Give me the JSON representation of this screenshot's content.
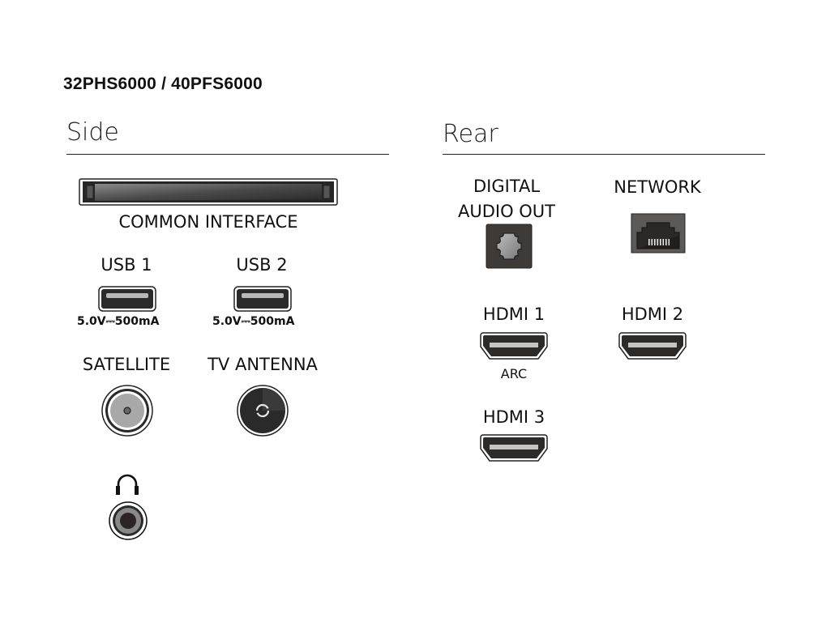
{
  "model_title": "32PHS6000 / 40PFS6000",
  "sections": {
    "side": {
      "title": "Side",
      "common_interface": {
        "label": "COMMON INTERFACE",
        "icon": "ci-slot-icon"
      },
      "usb1": {
        "label": "USB 1",
        "power": "5.0V⎓500mA",
        "icon": "usb-port-icon"
      },
      "usb2": {
        "label": "USB 2",
        "power": "5.0V⎓500mA",
        "icon": "usb-port-icon"
      },
      "satellite": {
        "label": "SATELLITE",
        "icon": "satellite-connector-icon"
      },
      "tv_antenna": {
        "label": "TV ANTENNA",
        "icon": "antenna-connector-icon"
      },
      "headphone": {
        "icon": "headphones-icon",
        "jack_icon": "headphone-jack-icon"
      }
    },
    "rear": {
      "title": "Rear",
      "digital_audio_out": {
        "label_line1": "DIGITAL",
        "label_line2": "AUDIO OUT",
        "icon": "optical-port-icon"
      },
      "network": {
        "label": "NETWORK",
        "icon": "ethernet-port-icon"
      },
      "hdmi1": {
        "label": "HDMI 1",
        "sublabel": "ARC",
        "icon": "hdmi-port-icon"
      },
      "hdmi2": {
        "label": "HDMI 2",
        "icon": "hdmi-port-icon"
      },
      "hdmi3": {
        "label": "HDMI 3",
        "icon": "hdmi-port-icon"
      }
    }
  }
}
